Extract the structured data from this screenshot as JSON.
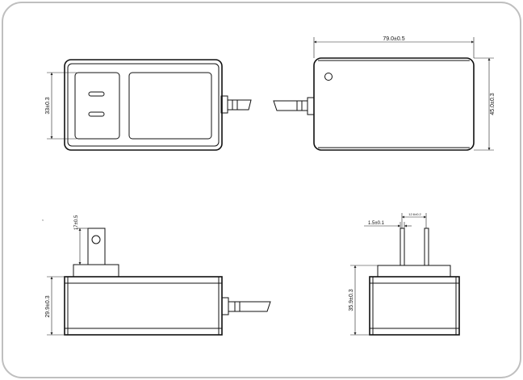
{
  "dimensions": {
    "top_width": "79.0±0.5",
    "top_height": "45.0±0.3",
    "front_height": "33±0.3",
    "side_pin_height": "17±0.5",
    "side_body_height": "29.9±0.3",
    "end_pin_thickness": "1.5±0.1",
    "end_pin_spacing": "12.6±0.2",
    "end_body_height": "35.9±0.3"
  }
}
